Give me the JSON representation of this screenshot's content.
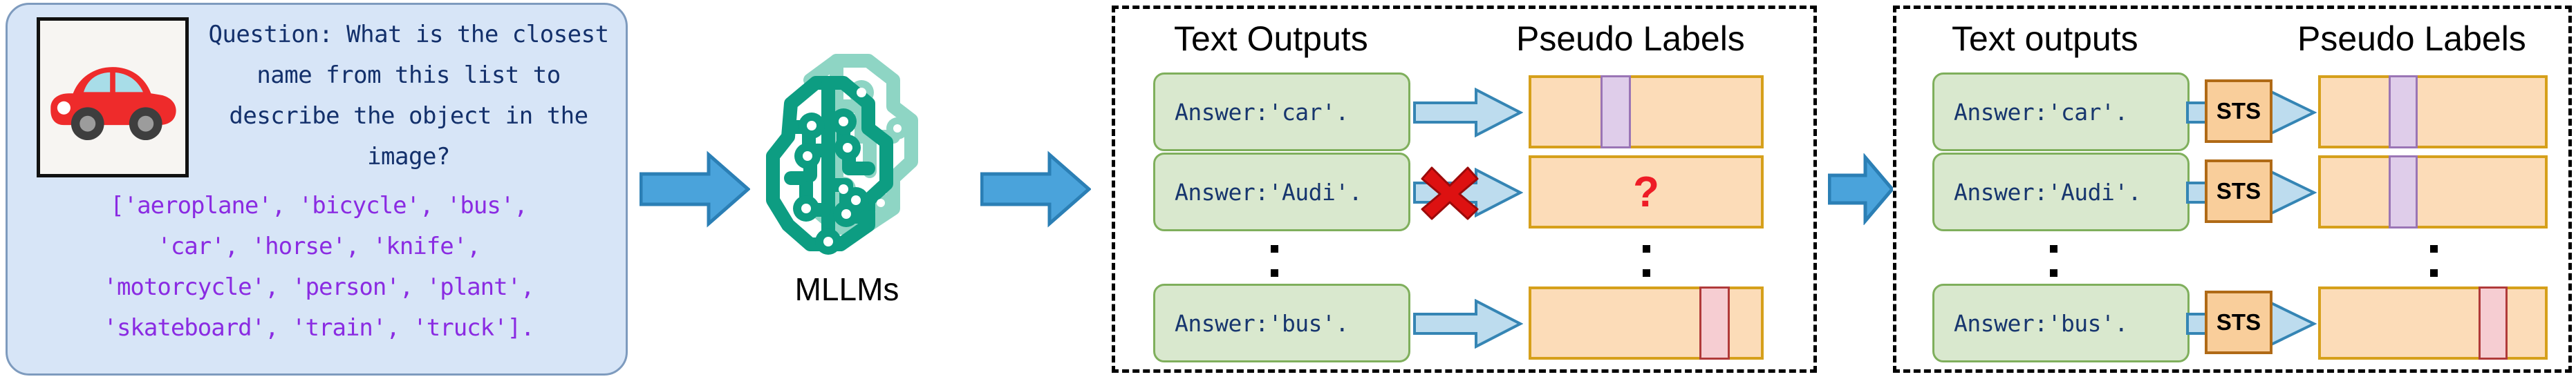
{
  "left_panel": {
    "image_alt": "red-car-illustration",
    "question": "Question: What is the\nclosest name from this\nlist to describe the\nobject in the image?",
    "class_list": "['aeroplane', 'bicycle', 'bus',\n'car', 'horse', 'knife',\n'motorcycle', 'person', 'plant',\n'skateboard', 'train', 'truck']."
  },
  "model": {
    "label": "MLLMs",
    "icon": "brain-circuit-icon"
  },
  "middle_panel": {
    "heading_text_outputs": "Text Outputs",
    "heading_pseudo_labels": "Pseudo Labels",
    "ellipsis": "vertical-ellipsis",
    "rows": [
      {
        "answer": "Answer:'car'.",
        "marker": "none",
        "label_state": "matched",
        "cell_color": "#DFCDEA",
        "cell_pos": 0.33
      },
      {
        "answer": "Answer:'Audi'.",
        "marker": "red-x",
        "label_state": "unknown",
        "label_symbol": "?",
        "cell_color": "none",
        "cell_pos": 0
      },
      {
        "answer": "Answer:'bus'.",
        "marker": "none",
        "label_state": "matched",
        "cell_color": "#F6CDD2",
        "cell_pos": 0.78
      }
    ]
  },
  "right_panel": {
    "heading_text_outputs": "Text outputs",
    "heading_pseudo_labels": "Pseudo Labels",
    "ellipsis": "vertical-ellipsis",
    "module_label": "STS",
    "rows": [
      {
        "answer": "Answer:'car'.",
        "module": "STS",
        "label_state": "matched",
        "cell_color": "#DFCDEA",
        "cell_pos": 0.33
      },
      {
        "answer": "Answer:'Audi'.",
        "module": "STS",
        "label_state": "matched",
        "cell_color": "#DFCDEA",
        "cell_pos": 0.33
      },
      {
        "answer": "Answer:'bus'.",
        "module": "STS",
        "label_state": "matched",
        "cell_color": "#F6CDD2",
        "cell_pos": 0.78
      }
    ]
  },
  "colors": {
    "panel_blue_fill": "#D7E5F7",
    "panel_blue_border": "#7E9BBE",
    "question_text": "#13306B",
    "class_list_text": "#8A2BE2",
    "brain_front": "#0D9D82",
    "brain_back": "#8ED5C4",
    "big_arrow_fill": "#4AA3DB",
    "big_arrow_stroke": "#2B7FB5",
    "small_arrow_fill": "#BDDCEE",
    "small_arrow_stroke": "#3585B4",
    "answer_box_fill": "#D9E8CE",
    "answer_box_border": "#7FAF5C",
    "answer_text": "#17366E",
    "label_box_fill": "#FCDCB8",
    "label_box_border": "#D6A01B",
    "cell_purple": "#DFCDEA",
    "cell_pink": "#F6CDD2",
    "red_x": "#DD1111",
    "question_mark": "#EE1C26",
    "sts_fill": "#F9CE9B",
    "sts_border": "#B06A16"
  }
}
